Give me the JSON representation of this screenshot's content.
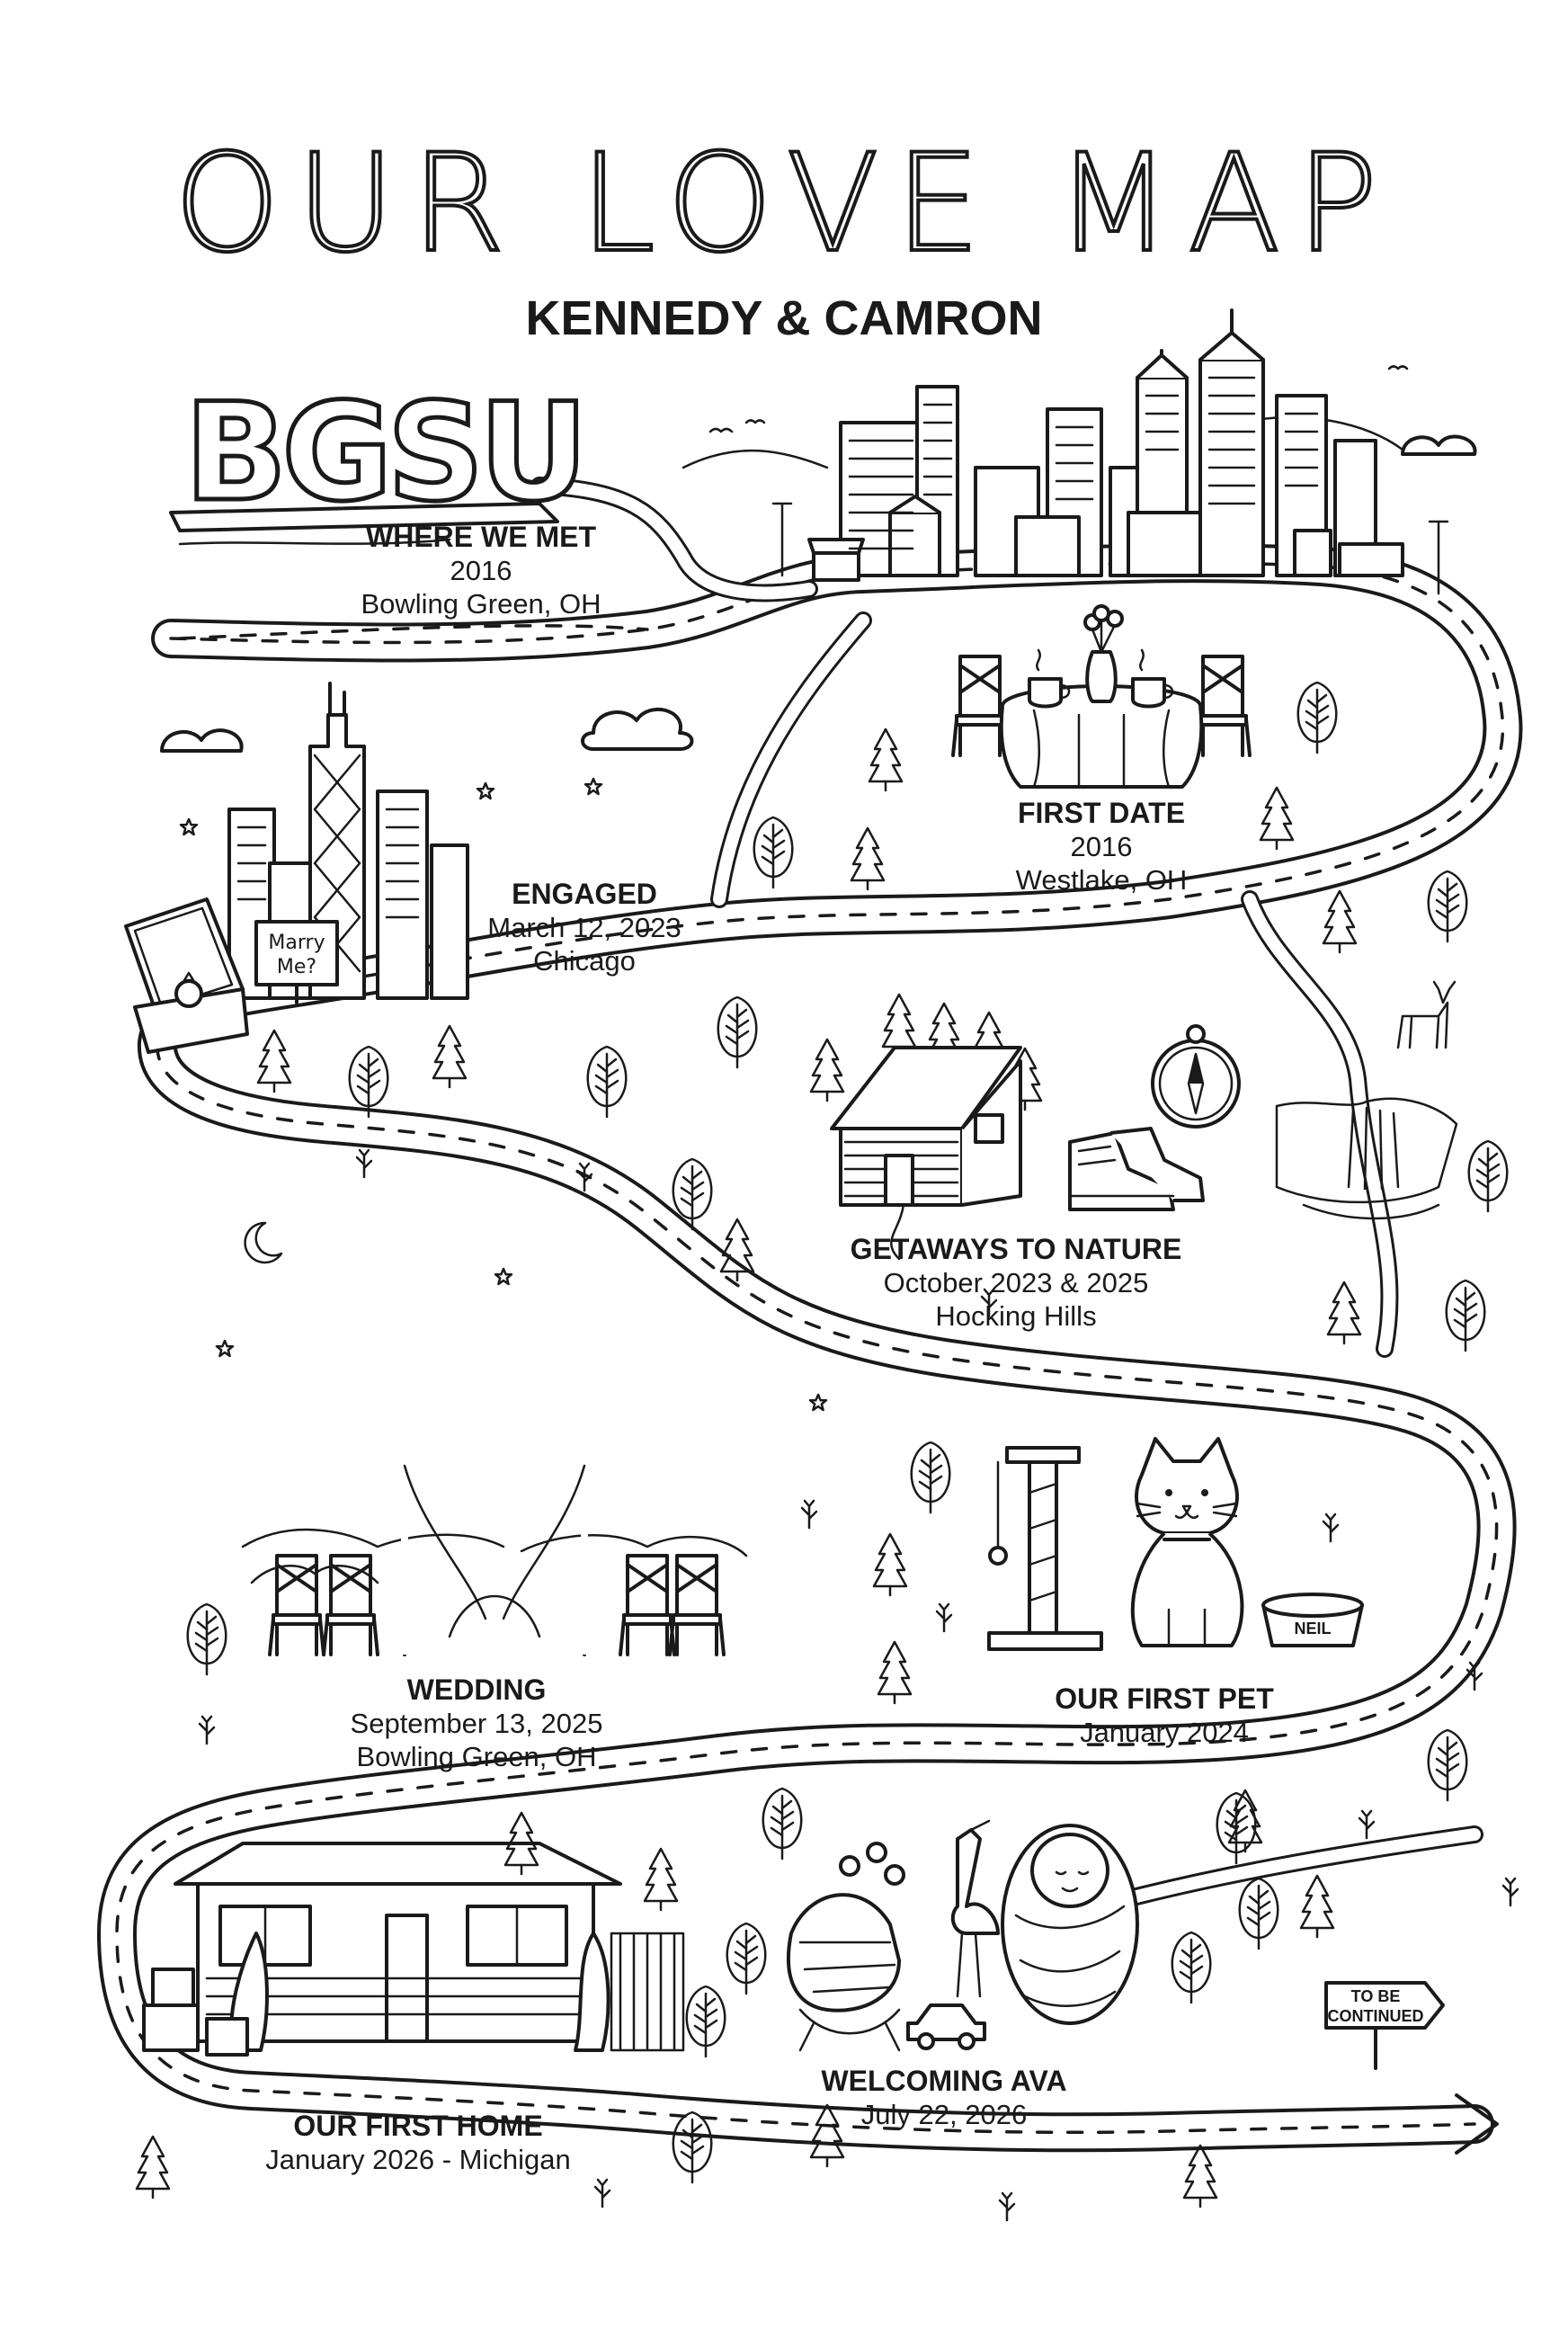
{
  "title": "OUR LOVE MAP",
  "subtitle": "KENNEDY & CAMRON",
  "landmarks": {
    "bgsu_sign": "BGSU",
    "ring_note": [
      "Marry",
      "Me?"
    ],
    "pet_bowl": "NEIL",
    "sign_post": [
      "TO BE",
      "CONTINUED"
    ]
  },
  "milestones": [
    {
      "id": "where-we-met",
      "lines": [
        "WHERE WE MET",
        "2016",
        "Bowling Green, OH"
      ],
      "icon": "bgsu-sign-icon"
    },
    {
      "id": "first-date",
      "lines": [
        "FIRST DATE",
        "2016",
        "Westlake, OH"
      ],
      "icon": "cafe-table-icon"
    },
    {
      "id": "engaged",
      "lines": [
        "ENGAGED",
        "March 12, 2023",
        "Chicago"
      ],
      "icon": "ring-box-icon"
    },
    {
      "id": "getaways",
      "lines": [
        "GETAWAYS TO NATURE",
        "October 2023 & 2025",
        "Hocking Hills"
      ],
      "icon": "cabin-icon"
    },
    {
      "id": "wedding",
      "lines": [
        "WEDDING",
        "September 13, 2025",
        "Bowling Green, OH"
      ],
      "icon": "wedding-arch-icon"
    },
    {
      "id": "first-pet",
      "lines": [
        "OUR FIRST PET",
        "January 2024"
      ],
      "icon": "cat-icon"
    },
    {
      "id": "first-home",
      "lines": [
        "OUR FIRST HOME",
        "January 2026 - Michigan"
      ],
      "icon": "house-icon"
    },
    {
      "id": "welcoming-ava",
      "lines": [
        "WELCOMING AVA",
        "July 22, 2026"
      ],
      "icon": "baby-icon"
    }
  ]
}
